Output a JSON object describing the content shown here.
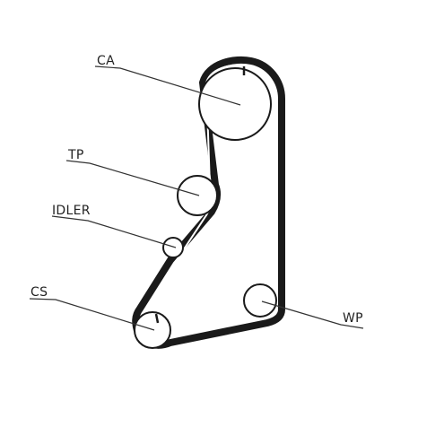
{
  "labels": {
    "ca": "CA",
    "tp": "TP",
    "idler": "IDLER",
    "cs": "CS",
    "wp": "WP"
  },
  "colors": {
    "stroke": "#1a1a1a",
    "background": "#ffffff"
  }
}
